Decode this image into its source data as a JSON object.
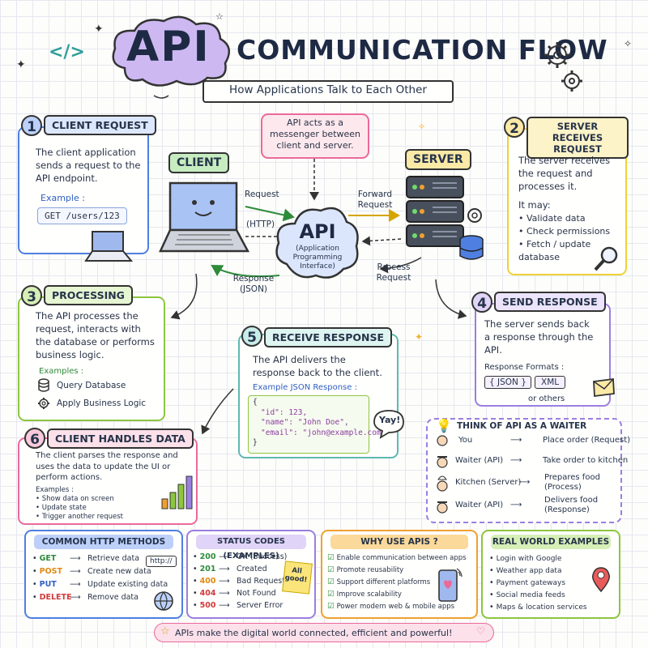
{
  "header": {
    "title_api": "API",
    "title_rest": "COMMUNICATION FLOW",
    "subtitle": "How Applications Talk to Each Other",
    "code_glyph": "</>"
  },
  "diagram": {
    "client_label": "CLIENT",
    "server_label": "SERVER",
    "api_title": "API",
    "api_subtitle": "(Application Programming Interface)",
    "messenger_note": "API acts as a messenger between client and server.",
    "request_label": "Request",
    "http_label": "(HTTP)",
    "forward_request_label": "Forward Request",
    "process_request_label": "Rrocess Request",
    "response_label": "Response (JSON)"
  },
  "step1": {
    "number": "1",
    "title": "CLIENT REQUEST",
    "body": "The client application sends a request to the API endpoint.",
    "example_label": "Example :",
    "example_code": "GET /users/123"
  },
  "step2": {
    "number": "2",
    "title": "SERVER RECEIVES REQUEST",
    "body": "The server receives the request and processes it.",
    "may_label": "It may:",
    "items": [
      "Validate data",
      "Check permissions",
      "Fetch / update database"
    ]
  },
  "step3": {
    "number": "3",
    "title": "PROCESSING",
    "body": "The API processes the request, interacts with the database or performs business logic.",
    "examples_label": "Examples :",
    "items": [
      "Query Database",
      "Apply Business Logic"
    ]
  },
  "step4": {
    "number": "4",
    "title": "SEND RESPONSE",
    "body": "The server sends back a response through the API.",
    "formats_label": "Response Formats :",
    "format_json": "{ JSON }",
    "format_xml": "XML",
    "format_other": "or others"
  },
  "step5": {
    "number": "5",
    "title": "RECEIVE RESPONSE",
    "body": "The API delivers the response back to the client.",
    "example_label": "Example JSON Response :",
    "json_lines": [
      "{",
      "\"id\": 123,",
      "\"name\": \"John Doe\",",
      "\"email\": \"john@example.com\"",
      "}"
    ],
    "yay": "Yay!"
  },
  "step6": {
    "number": "6",
    "title": "CLIENT HANDLES DATA",
    "body": "The client parses the response and uses the data to update the UI or perform actions.",
    "examples_label": "Examples :",
    "items": [
      "Show data on screen",
      "Update state",
      "Trigger another request"
    ]
  },
  "waiter": {
    "title": "THINK OF API AS A WAITER",
    "rows": [
      {
        "left": "You",
        "right": "Place order (Request)"
      },
      {
        "left": "Waiter (API)",
        "right": "Take order to kitchen"
      },
      {
        "left": "Kitchen (Server)",
        "right": "Prepares food (Process)"
      },
      {
        "left": "Waiter (API)",
        "right": "Delivers food (Response)"
      }
    ]
  },
  "http_methods": {
    "title": "COMMON HTTP METHODS",
    "badge": "http://",
    "rows": [
      {
        "method": "GET",
        "desc": "Retrieve data",
        "color": "#2e8b3a"
      },
      {
        "method": "POST",
        "desc": "Create new data",
        "color": "#e08a12"
      },
      {
        "method": "PUT",
        "desc": "Update existing data",
        "color": "#2f5fc0"
      },
      {
        "method": "DELETE",
        "desc": "Remove data",
        "color": "#d23a3a"
      }
    ]
  },
  "status_codes": {
    "title": "STATUS CODES (EXAMPLES)",
    "note": "All good!",
    "rows": [
      {
        "code": "200",
        "desc": "OK (Success)",
        "color": "#2e8b3a"
      },
      {
        "code": "201",
        "desc": "Created",
        "color": "#2e8b3a"
      },
      {
        "code": "400",
        "desc": "Bad Request",
        "color": "#e08a12"
      },
      {
        "code": "404",
        "desc": "Not Found",
        "color": "#d23a3a"
      },
      {
        "code": "500",
        "desc": "Server Error",
        "color": "#d23a3a"
      }
    ]
  },
  "why_api": {
    "title": "WHY USE APIS ?",
    "items": [
      "Enable communication between apps",
      "Promote reusability",
      "Support different platforms",
      "Improve scalability",
      "Power modern web & mobile apps"
    ]
  },
  "real_world": {
    "title": "REAL WORLD EXAMPLES",
    "items": [
      "Login with Google",
      "Weather app data",
      "Payment gateways",
      "Social media feeds",
      "Maps & location services"
    ]
  },
  "footer": {
    "text": "APIs make the digital world connected, efficient and powerful!"
  },
  "colors": {
    "blue": "#4f7fe0",
    "yellow": "#eed235",
    "green": "#8dc63f",
    "purple": "#9b7fe0",
    "teal": "#5fb8b0",
    "pink": "#ea6a9a",
    "orange": "#f0a030"
  }
}
